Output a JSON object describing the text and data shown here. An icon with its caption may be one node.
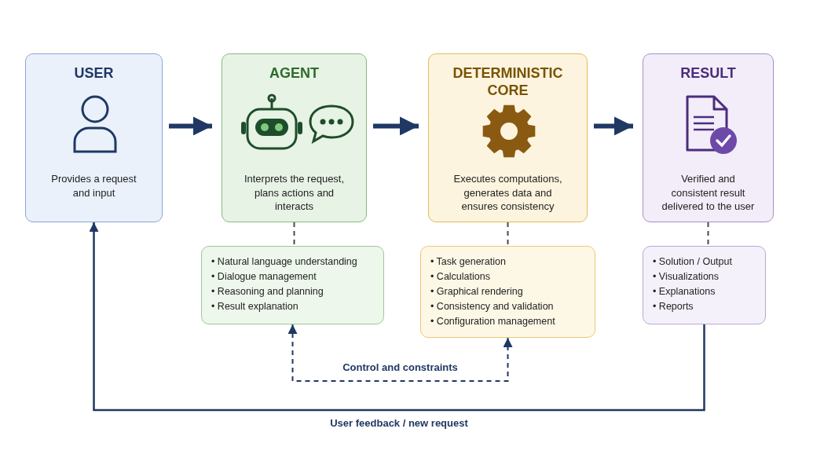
{
  "diagram": {
    "nodes": [
      {
        "text": [
          "USER",
          "Provides a request and input"
        ]
      },
      {
        "text": [
          "AGENT",
          "Interprets the request, plans actions and interacts"
        ]
      },
      {
        "text": [
          "DETERMINISTIC CORE",
          "Executes computations, generates data and ensures consistency"
        ]
      },
      {
        "text": [
          "RESULT",
          "Verified and consistent result delivered to the user"
        ]
      },
      {
        "text": [
          "• Natural language understanding",
          "• Dialogue management",
          "• Reasoning and planning",
          "• Result explanation"
        ]
      },
      {
        "text": [
          "• Task generation",
          "• Calculations",
          "• Graphical rendering",
          "• Consistency and validation",
          "• Configuration management"
        ]
      },
      {
        "text": [
          "• Solution / Output",
          "• Visualizations",
          "• Explanations",
          "• Reports"
        ]
      }
    ],
    "edges": [
      {
        "from": 0,
        "to": 1,
        "arrow": "to",
        "style": "thick"
      },
      {
        "from": 1,
        "to": 2,
        "arrow": "to",
        "style": "thick"
      },
      {
        "from": 2,
        "to": 3,
        "arrow": "to",
        "style": "thick"
      },
      {
        "from": 1,
        "to": 4,
        "arrow": "none",
        "style": "dashed",
        "color": "#4a4a4a"
      },
      {
        "from": 2,
        "to": 5,
        "arrow": "none",
        "style": "dashed",
        "color": "#4a4a4a"
      },
      {
        "from": 3,
        "to": 6,
        "arrow": "none",
        "style": "dashed",
        "color": "#4a4a4a"
      },
      {
        "from": 4,
        "to": 5,
        "arrow": "both",
        "style": "dashed",
        "label": "Control and constraints"
      },
      {
        "from": 6,
        "to": 0,
        "arrow": "to",
        "label": "User feedback / new request"
      }
    ]
  }
}
